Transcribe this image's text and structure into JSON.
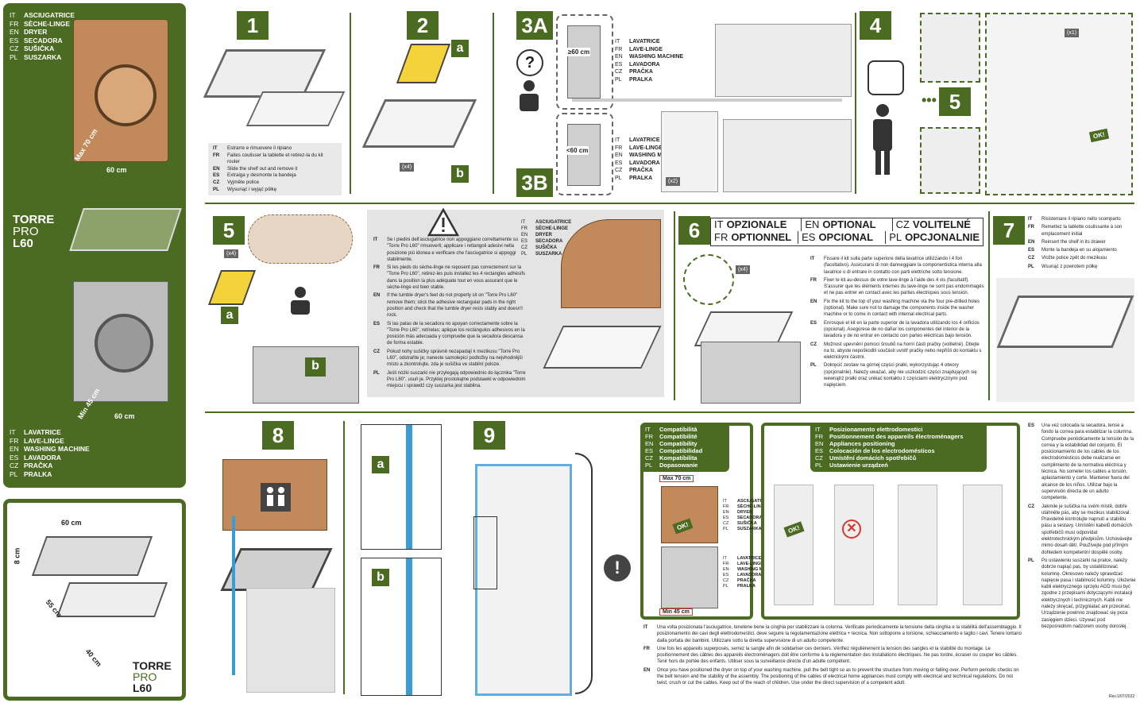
{
  "left_panel": {
    "top_languages": [
      {
        "code": "IT",
        "text": "ASCIUGATRICE"
      },
      {
        "code": "FR",
        "text": "SÈCHE-LINGE"
      },
      {
        "code": "EN",
        "text": "DRYER"
      },
      {
        "code": "ES",
        "text": "SECADORA"
      },
      {
        "code": "CZ",
        "text": "SUŠIČKA"
      },
      {
        "code": "PL",
        "text": "SUSZARKA"
      }
    ],
    "dim_top_depth": "Max 70 cm",
    "dim_top_width": "60 cm",
    "product_name_1": "TORRE",
    "product_name_2": "PRO",
    "product_name_3": "L60",
    "dim_bottom_depth": "Min 45 cm",
    "dim_bottom_width": "60 cm",
    "bottom_languages": [
      {
        "code": "IT",
        "text": "LAVATRICE"
      },
      {
        "code": "FR",
        "text": "LAVE-LINGE"
      },
      {
        "code": "EN",
        "text": "WASHING MACHINE"
      },
      {
        "code": "ES",
        "text": "LAVADORA"
      },
      {
        "code": "CZ",
        "text": "PRAČKA"
      },
      {
        "code": "PL",
        "text": "PRALKA"
      }
    ]
  },
  "product_box": {
    "width": "60 cm",
    "height": "8 cm",
    "depth": "55 cm",
    "shelf": "40 cm",
    "name_1": "TORRE",
    "name_2": "PRO",
    "name_3": "L60"
  },
  "step1": {
    "number": "1",
    "notes": [
      {
        "code": "IT",
        "text": "Estrarre e rimuovere il ripiano"
      },
      {
        "code": "FR",
        "text": "Faites coulisser la tablette et retirez-la du kit rouler"
      },
      {
        "code": "EN",
        "text": "Slide the shelf out and remove it"
      },
      {
        "code": "ES",
        "text": "Extraiga y desmonte la bandeja"
      },
      {
        "code": "CZ",
        "text": "Vyjměte police"
      },
      {
        "code": "PL",
        "text": "Wysunąć i wyjąć półkę"
      }
    ]
  },
  "step2": {
    "number": "2",
    "label_a": "a",
    "label_b": "b",
    "count": "(x4)"
  },
  "step3": {
    "number_a": "3A",
    "number_b": "3B",
    "count": "(x2)",
    "width_a": "≥60 cm",
    "width_b": "<60 cm",
    "languages": [
      {
        "code": "IT",
        "text": "LAVATRICE"
      },
      {
        "code": "FR",
        "text": "LAVE-LINGE"
      },
      {
        "code": "EN",
        "text": "WASHING MACHINE"
      },
      {
        "code": "ES",
        "text": "LAVADORA"
      },
      {
        "code": "CZ",
        "text": "PRAČKA"
      },
      {
        "code": "PL",
        "text": "PRALKA"
      }
    ],
    "question": "?"
  },
  "step4": {
    "number": "4",
    "ref": "5",
    "count": "(x1)",
    "dots": "•••",
    "ok": "OK!"
  },
  "step5": {
    "number": "5",
    "count": "(x4)",
    "label_a": "a",
    "label_b": "b",
    "notes": [
      {
        "code": "IT",
        "text": "Se i piedini dell'asciugatrice non appoggiano correttamente su \"Torre Pro L60\" rimuoverli; applicare i rettangoli adesivi nella posizione più idonea e verificare che l'asciugatrice si appoggi stabilmente."
      },
      {
        "code": "FR",
        "text": "Si les pieds du sèche-linge ne reposent pas correctement sur la \"Torre Pro L60\", retirez-les puis installez les 4 rectangles adhésifs dans la position la plus adéquate tout en vous assurant que le sèche-linge est bien stable."
      },
      {
        "code": "EN",
        "text": "If the tumble dryer's feet do not properly sit on \"Torre Pro L60\" remove them; stick the adhesive rectangular pads in the right position and check that the tumble dryer rests stably and doesn't rock."
      },
      {
        "code": "ES",
        "text": "Si las patas de la secadora no apoyan correctamente sobre la \"Torre Pro L60\", retírelas; aplique los rectángulos adhesivos en la posición más adecuada y compruebe que la secadora descansa de forma estable."
      },
      {
        "code": "CZ",
        "text": "Pokud nohy sušičky správně nezapadají k mezikusu \"Torre Pro L60\", odstraňte je; naneste samolepicí podložky na nejvhodnější místo a zkontrolujte, zda je sušička ve stabilní poloze."
      },
      {
        "code": "PL",
        "text": "Jeśli nóżki suszarki nie przylegają odpowiednio do łącznika \"Torre Pro L60\", usuń je. Przyklej prostokątne podstawki w odpowiednim miejscu i sprawdź czy suszarka jest stabilna."
      }
    ],
    "languages": [
      {
        "code": "IT",
        "text": "ASCIUGATRICE"
      },
      {
        "code": "FR",
        "text": "SÈCHE-LINGE"
      },
      {
        "code": "EN",
        "text": "DRYER"
      },
      {
        "code": "ES",
        "text": "SECADORA"
      },
      {
        "code": "CZ",
        "text": "SUŠIČKA"
      },
      {
        "code": "PL",
        "text": "SUSZARKA"
      }
    ]
  },
  "step6": {
    "number": "6",
    "count": "(x4)",
    "optional_title": [
      {
        "code": "IT",
        "text": "OPZIONALE"
      },
      {
        "code": "EN",
        "text": "OPTIONAL"
      },
      {
        "code": "CZ",
        "text": "VOLITELNÉ"
      },
      {
        "code": "FR",
        "text": "OPTIONNEL"
      },
      {
        "code": "ES",
        "text": "OPCIONAL"
      },
      {
        "code": "PL",
        "text": "OPCJONALNIE"
      }
    ],
    "notes": [
      {
        "code": "IT",
        "text": "Fissare il kit sulla parte superiore della lavatrice utilizzando i 4 fori (facoltativo). Assicurarsi di non danneggiare la componentistica interna alla lavatrice o di entrare in contatto con parti elettriche sotto tensione."
      },
      {
        "code": "FR",
        "text": "Fixer le kit au-dessus de votre lave-linge à l'aide des 4 vis (facultatif). S'assurer que les éléments internes du lave-linge ne sont pas endommagés et ne pas entrer en contact avec les parties électriques sous tension."
      },
      {
        "code": "EN",
        "text": "Fix the kit to the top of your washing machine via the four pre-drilled holes (optional). Make sure not to damage the components inside the washer machine or to come in contact with internal electrical parts."
      },
      {
        "code": "ES",
        "text": "Enrosque el kit en la parte superior de la lavadora utilizando los 4 orificios (opcional). Asegúrese de no dañar los componentes del interior de la lavadora y de no entrar en contacto con partes eléctricas bajo tensión."
      },
      {
        "code": "CZ",
        "text": "Možnost upevnění pomocí šroubů na horní části pračky (volitelné). Dbejte na to, abyste nepoškodili součásti uvnitř pračky nebo nepřišli do kontaktu s elektrickými částmi."
      },
      {
        "code": "PL",
        "text": "Dokręcić zestaw na górnej części pralki, wykorzystując 4 otwory (opcjonalnie). Należy uważać, aby nie uszkodzić części znajdujących się wewnątrz pralki oraz unikać kontaktu z częściami elektrycznymi pod napięciem."
      }
    ]
  },
  "step7": {
    "number": "7",
    "notes": [
      {
        "code": "IT",
        "text": "Risistemare il ripiano nello scomparto"
      },
      {
        "code": "FR",
        "text": "Remettez la tablette coulissante à son emplacement initial"
      },
      {
        "code": "EN",
        "text": "Reinsert the shelf in its drawer"
      },
      {
        "code": "ES",
        "text": "Monte la bandeja en su alojamiento"
      },
      {
        "code": "CZ",
        "text": "Vložte police zpět do mezikusu"
      },
      {
        "code": "PL",
        "text": "Wsunąć z powrotem półkę"
      }
    ]
  },
  "step8": {
    "number": "8"
  },
  "step9": {
    "number": "9",
    "label_a": "a",
    "label_b": "b",
    "warning": "!"
  },
  "compatibility": {
    "titles": [
      {
        "code": "IT",
        "text": "Compatibilità"
      },
      {
        "code": "FR",
        "text": "Compatibilité"
      },
      {
        "code": "EN",
        "text": "Compatibility"
      },
      {
        "code": "ES",
        "text": "Compatibilidad"
      },
      {
        "code": "CZ",
        "text": "Kompatibilita"
      },
      {
        "code": "PL",
        "text": "Dopasowanie"
      }
    ],
    "max": "Max 70 cm",
    "min": "Min 45 cm",
    "ok": "OK!",
    "dryer_languages": [
      {
        "code": "IT",
        "text": "ASCIUGATRICE"
      },
      {
        "code": "FR",
        "text": "SÈCHE-LINGE"
      },
      {
        "code": "EN",
        "text": "DRYER"
      },
      {
        "code": "ES",
        "text": "SECADORA"
      },
      {
        "code": "CZ",
        "text": "SUŠIČKA"
      },
      {
        "code": "PL",
        "text": "SUSZARKA"
      }
    ],
    "washer_languages": [
      {
        "code": "IT",
        "text": "LAVATRICE"
      },
      {
        "code": "FR",
        "text": "LAVE-LINGE"
      },
      {
        "code": "EN",
        "text": "WASHING MACHINE"
      },
      {
        "code": "ES",
        "text": "LAVADORA"
      },
      {
        "code": "CZ",
        "text": "PRAČKA"
      },
      {
        "code": "PL",
        "text": "PRALKA"
      }
    ]
  },
  "positioning": {
    "titles": [
      {
        "code": "IT",
        "text": "Posizionamento elettrodomestici"
      },
      {
        "code": "FR",
        "text": "Positionnement des appareils électroménagers"
      },
      {
        "code": "EN",
        "text": "Appliances positioning"
      },
      {
        "code": "ES",
        "text": "Colocación de los electrodomésticos"
      },
      {
        "code": "CZ",
        "text": "Umístění domácích spotřebičů"
      },
      {
        "code": "PL",
        "text": "Ustawienie urządzeń"
      }
    ],
    "ok": "OK!"
  },
  "bottom_notes": [
    {
      "code": "IT",
      "text": "Una volta posizionata l'asciugatrice, tenetene bene la cinghia per stabilizzare la colonna. Verificate periodicamente la tensione della cinghia e la stabilità dell'assemblaggio. Il posizionamento dei cavi degli elettrodomestici, deve seguire la regolamentazione elettrica + tecnica. Non sottoporre a torsione, schiacciamento e taglio i cavi. Tenere lontano dalla portata dei bambini. Utilizzare sotto la diretta supervisione di un adulto competente."
    },
    {
      "code": "FR",
      "text": "Une fois les appareils superposés, serrez la sangle afin de solidariser ces derniers. Vérifiez régulièrement la tension des sangles et la stabilité du montage. Le positionnement des câbles des appareils électroménagers doit être conforme à la réglementation des installations électriques. Ne pas tordre, écraser ou couper les câbles. Tenir hors de portée des enfants. Utiliser sous la surveillance directe d'un adulte compétent."
    },
    {
      "code": "EN",
      "text": "Once you have positioned the dryer on top of your washing machine, pull the belt tight so as to prevent the structure from moving or falling over. Perform periodic checks on the belt tension and the stability of the assembly. The positioning of the cables of electrical home appliances must comply with electrical and technical regulations. Do not twist, crush or cut the cables. Keep out of the reach of children. Use under the direct supervision of a competent adult."
    }
  ],
  "right_notes": [
    {
      "code": "ES",
      "text": "Una vez colocada la secadora, tense a fondo la correa para estabilizar la columna. Compruebe periódicamente la tensión de la correa y la estabilidad del conjunto. El posicionamiento de los cables de los electrodomésticos debe realizarse en cumplimiento de la normativa eléctrica y técnica. No someter los cables a torsión, aplastamiento y corte. Mantener fuera del alcance de los niños. Utilizar bajo la supervisión directa de un adulto competente."
    },
    {
      "code": "CZ",
      "text": "Jakmile je sušička na svém místě, dobře utáhněte pás, aby se mezikus stabilizoval. Pravidelně kontrolujte napnutí a stabilitu pásu a sestavy. Umístění kabelů domácích spotřebičů musí odpovídat elektrotechnickým předpisům. Uchovávejte mimo dosah dětí. Používejte pod přímým dohledem kompetentní dospělé osoby."
    },
    {
      "code": "PL",
      "text": "Po ustawieniu suszarki na pralce, należy dobrze napiąć pas, by ustabilizować kolumnę. Okresowo należy sprawdzać napięcie pasa i stabilność kolumny. Ułożenie kabli elektrycznego sprzętu AGD musi być zgodne z przepisami dotyczącymi instalacji elektrycznych i technicznych. Kabli nie należy skręcać, przygniatać ani przecinać. Urządzenie powinno znajdować się poza zasięgiem dzieci. Używać pod bezpośrednim nadzorem osoby dorosłej."
    }
  ],
  "footer_code": "Rev.1/07/2022",
  "colors": {
    "brand_green": "#4b6b22",
    "dryer_copper": "#c28a5b",
    "panel_grey": "#e9e9e9",
    "belt_blue": "#3a9bd5",
    "warning_red": "#d33a2c"
  }
}
